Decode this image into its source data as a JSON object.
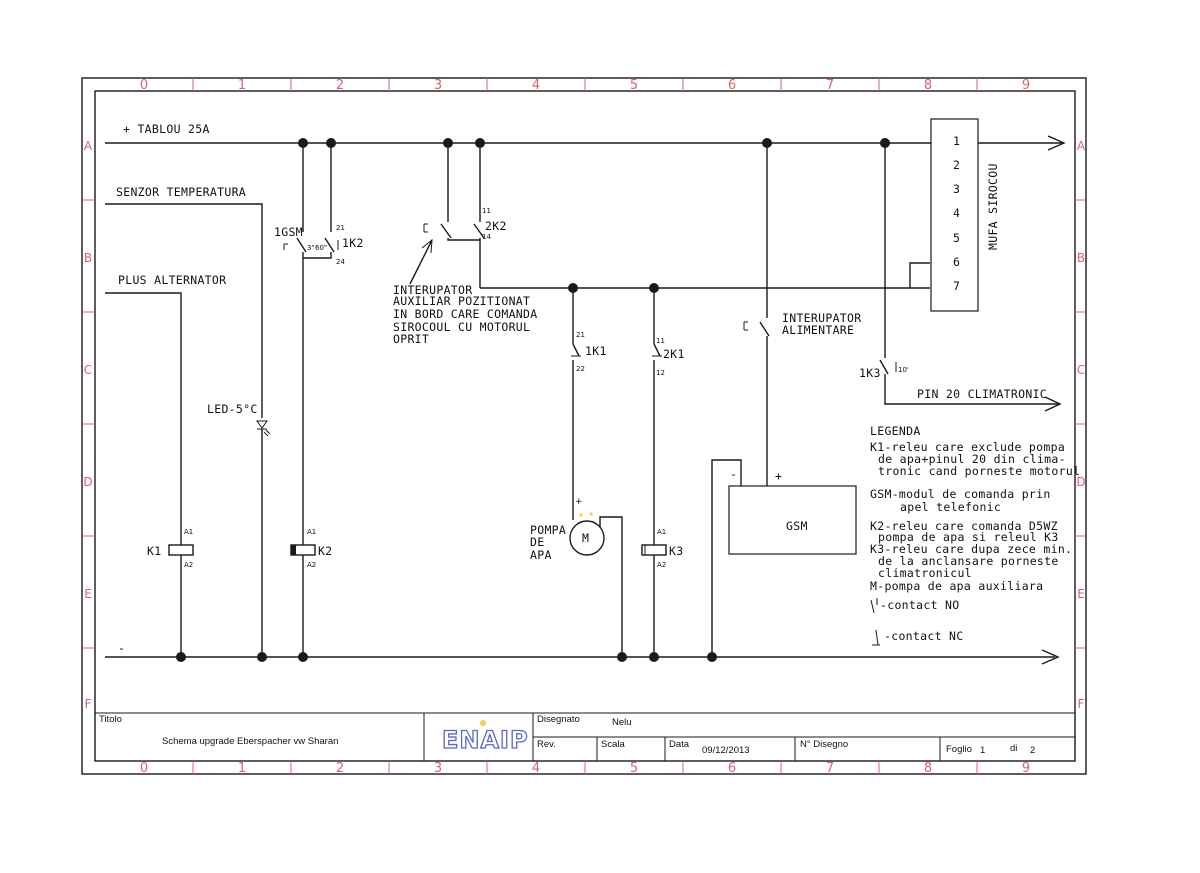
{
  "grid": {
    "columns": [
      "0",
      "1",
      "2",
      "3",
      "4",
      "5",
      "6",
      "7",
      "8",
      "9"
    ],
    "rows": [
      "A",
      "B",
      "C",
      "D",
      "E",
      "F"
    ]
  },
  "rails": {
    "positive": "+ TABLOU 25A",
    "negative": "-"
  },
  "inputs": {
    "temp_sensor": "SENZOR TEMPERATURA",
    "alternator": "PLUS ALTERNATOR",
    "led": "LED-5°C"
  },
  "components": {
    "k1": "K1",
    "k2": "K2",
    "k3": "K3",
    "gsm_contact": "1GSM",
    "k2_contact_1k2": "1K2",
    "k2k2": "2K2",
    "c1k1": "1K1",
    "c2k1": "2K1",
    "c1k3": "1K3",
    "timer_3": "3\"",
    "timer_60": "60\"",
    "timer_10": "10'",
    "pin_21": "21",
    "pin_24": "24",
    "pin_11": "11",
    "pin_14": "14",
    "pin_22": "22",
    "pin_12": "12",
    "pin_a1": "A1",
    "pin_a2": "A2",
    "plus": "+",
    "minus": "-",
    "motor": "M",
    "gsm_box": "GSM",
    "pump_l1": "POMPA",
    "pump_l2": "DE",
    "pump_l3": "APA",
    "aux_switch": [
      "INTERUPATOR",
      "AUXILIAR POZITIONAT",
      "IN BORD CARE COMANDA",
      "SIROCOUL CU MOTORUL",
      "OPRIT"
    ],
    "power_switch": [
      "INTERUPATOR",
      "ALIMENTARE"
    ],
    "climatronic": "PIN 20 CLIMATRONIC",
    "connector_title": "MUFA SIROCOU",
    "connector_pins": [
      "1",
      "2",
      "3",
      "4",
      "5",
      "6",
      "7"
    ]
  },
  "legend": {
    "title": "LEGENDA",
    "lines": [
      "K1-releu care exclude pompa",
      "de apa+pinul 20 din clima-",
      "tronic cand porneste motorul",
      "GSM-modul de comanda prin",
      "apel telefonic",
      "K2-releu care comanda D5WZ",
      "pompa de apa si releul K3",
      "K3-releu care dupa zece min.",
      "de la anclansare porneste",
      "climatronicul",
      "M-pompa de apa auxiliara",
      "-contact NO",
      "-contact NC"
    ]
  },
  "title_block": {
    "titolo_label": "Titolo",
    "titolo_value": "Schema upgrade Eberspacher vw Sharan",
    "logo": "ENAIP",
    "disegnato_label": "Disegnato",
    "disegnato_value": "Nelu",
    "rev_label": "Rev.",
    "scala_label": "Scala",
    "data_label": "Data",
    "data_value": "09/12/2013",
    "ndisegno_label": "N° Disegno",
    "foglio_label": "Foglio",
    "foglio_value": "1",
    "di_label": "di",
    "di_value": "2"
  },
  "colors": {
    "ink": "#1a1a1a",
    "grid": "#d9646b",
    "logo": "#5a66c8",
    "accent": "#f0d050"
  }
}
